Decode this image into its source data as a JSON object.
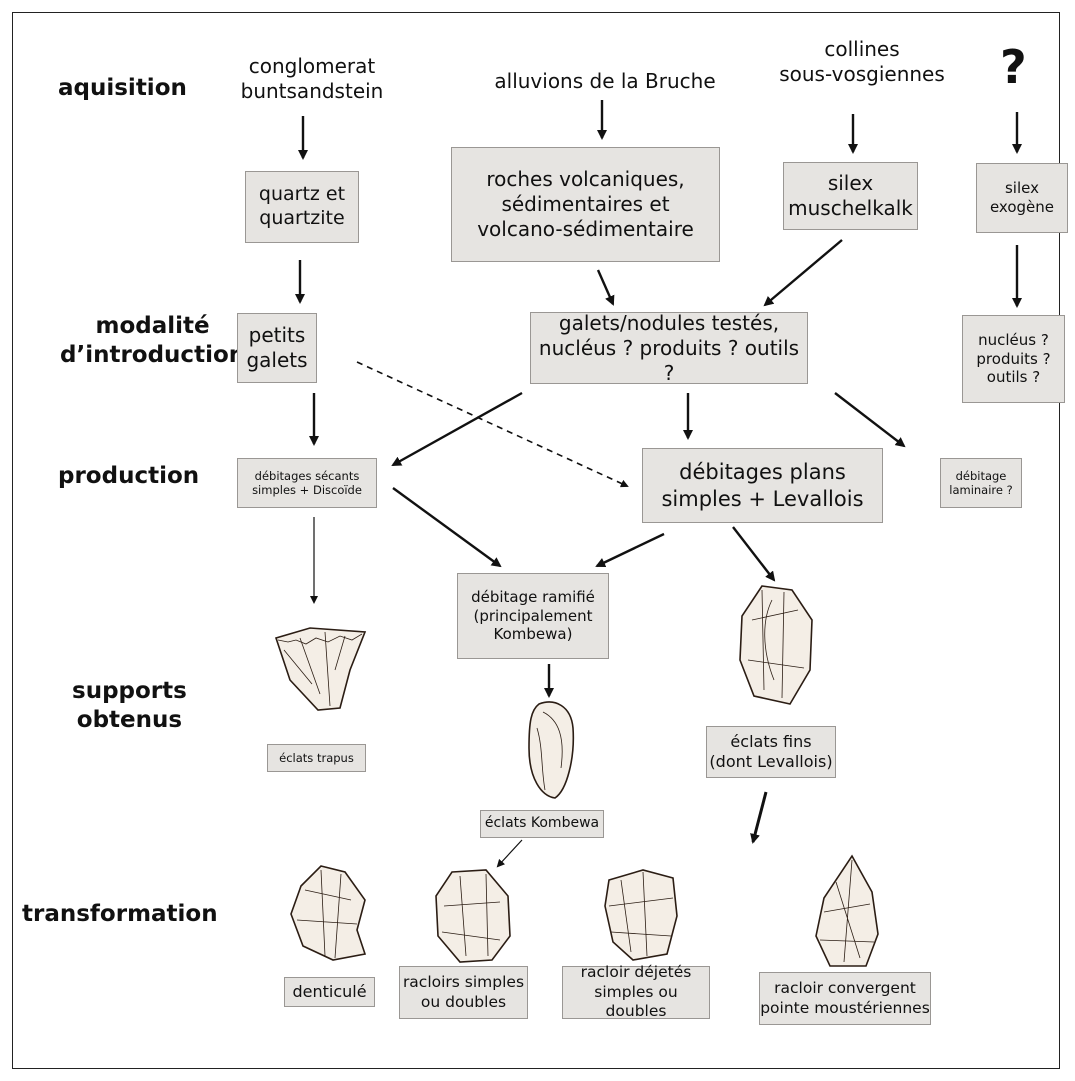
{
  "stages": {
    "acquisition": "aquisition",
    "introduction": "modalité\nd’introduction",
    "production": "production",
    "supports": "supports\nobtenus",
    "transformation": "transformation"
  },
  "sources": {
    "conglomerat": "conglomerat\nbuntsandstein",
    "alluvions": "alluvions de la Bruche",
    "collines": "collines\nsous-vosgiennes",
    "unknown": "?"
  },
  "boxes": {
    "quartz": "quartz et\nquartzite",
    "roches": "roches volcaniques,\nsédimentaires et\nvolcano-sédimentaire",
    "silex_m": "silex\nmuschelkalk",
    "silex_e": "silex\nexogène",
    "petits_galets": "petits\ngalets",
    "galets_testes": "galets/nodules testés,\nnucléus ? produits ? outils ?",
    "nucleus_q": "nucléus ?\nproduits ?\noutils ?",
    "deb_secants": "débitages sécants\nsimples + Discoïde",
    "deb_plans": "débitages plans\nsimples + Levallois",
    "deb_laminaire": "débitage\nlaminaire ?",
    "deb_ramifie": "débitage ramifié\n(principalement\nKombewa)",
    "eclats_trapus": "éclats trapus",
    "eclats_fins": "éclats fins\n(dont Levallois)",
    "eclats_kombewa": "éclats Kombewa",
    "denticule": "denticulé",
    "racloirs_simples": "racloirs simples\nou doubles",
    "racloir_dejetes": "racloir déjetés\nsimples ou doubles",
    "racloir_convergent": "racloir convergent\npointe moustériennes"
  },
  "colors": {
    "box_fill": "#e6e4e1",
    "box_border": "#9a9794",
    "line": "#111111",
    "tool_fill": "#f4eee6",
    "tool_stroke": "#2b1d14"
  }
}
